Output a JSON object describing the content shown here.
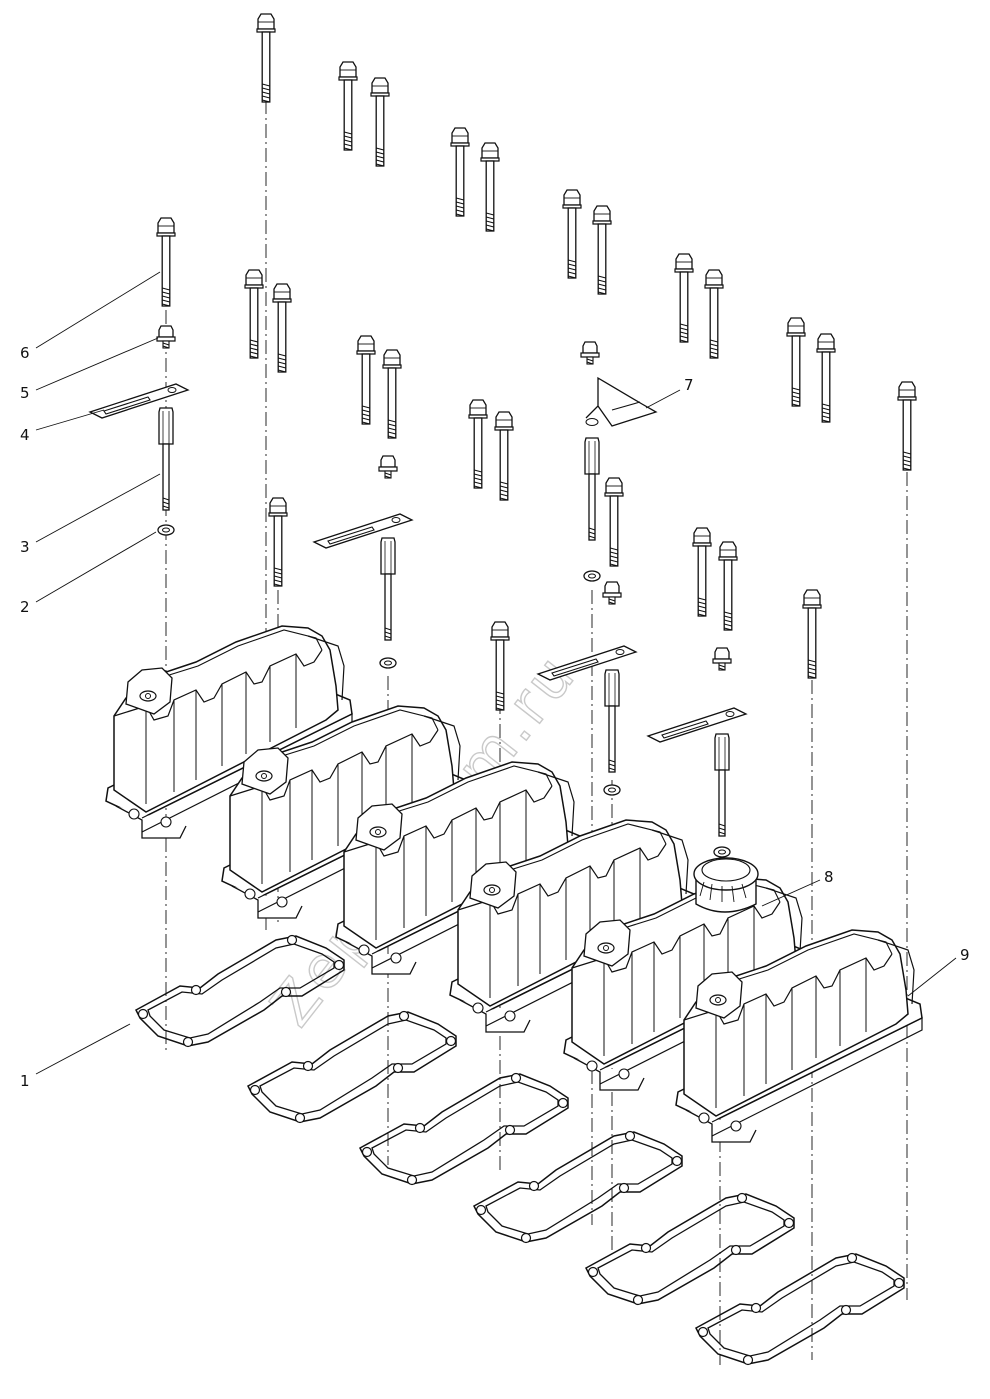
{
  "watermark": "Zeppelkam.ru",
  "callouts": [
    {
      "label": "1"
    },
    {
      "label": "2"
    },
    {
      "label": "3"
    },
    {
      "label": "4"
    },
    {
      "label": "5"
    },
    {
      "label": "6"
    },
    {
      "label": "7"
    },
    {
      "label": "8"
    },
    {
      "label": "9"
    }
  ]
}
